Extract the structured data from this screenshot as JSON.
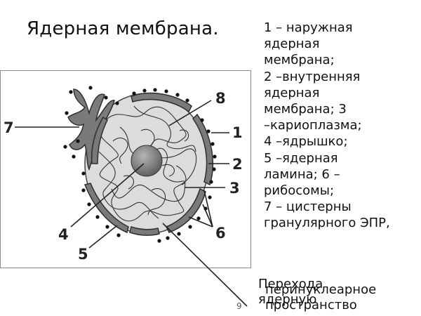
{
  "slide": {
    "title": "Ядерная мембрана.",
    "page_number": "9"
  },
  "legend": {
    "text": "1 – наружная\nядерная\nмембрана;\n2 –внутренняя\nядерная\nмембрана;              3\n–кариоплазма;\n4 –ядрышко;\n5 –ядерная\nламина; 6 –\nрибосомы;\n7 – цистерны\nгранулярного ЭПР,"
  },
  "overlap": {
    "line_a": "Перехода\nядерную",
    "line_b": "перинуклеарное\nпространство"
  },
  "diagram": {
    "callouts": [
      "1",
      "2",
      "3",
      "4",
      "5",
      "6",
      "7",
      "8"
    ],
    "colors": {
      "nucleus_fill": "#d8d8d8",
      "membrane": "#7a7a7a",
      "membrane_edge": "#2e2e2e",
      "nucleolus": "#7d7d7d",
      "chromatin": "#333333",
      "ribosome": "#111111"
    }
  }
}
